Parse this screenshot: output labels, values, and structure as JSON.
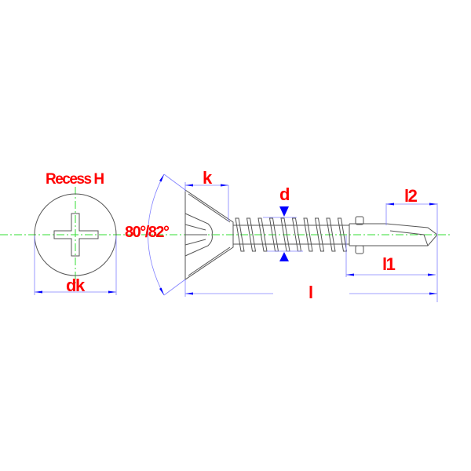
{
  "labels": {
    "recess": "Recess H",
    "dk": "dk",
    "angle": "80°/82°",
    "k": "k",
    "d": "d",
    "l2": "l2",
    "l1": "l1",
    "l": "l"
  },
  "colors": {
    "label": "#ff0000",
    "dimension": "#8080ff",
    "arrow": "#0000ff",
    "centerline": "#33dd33",
    "outline": "#555555"
  }
}
